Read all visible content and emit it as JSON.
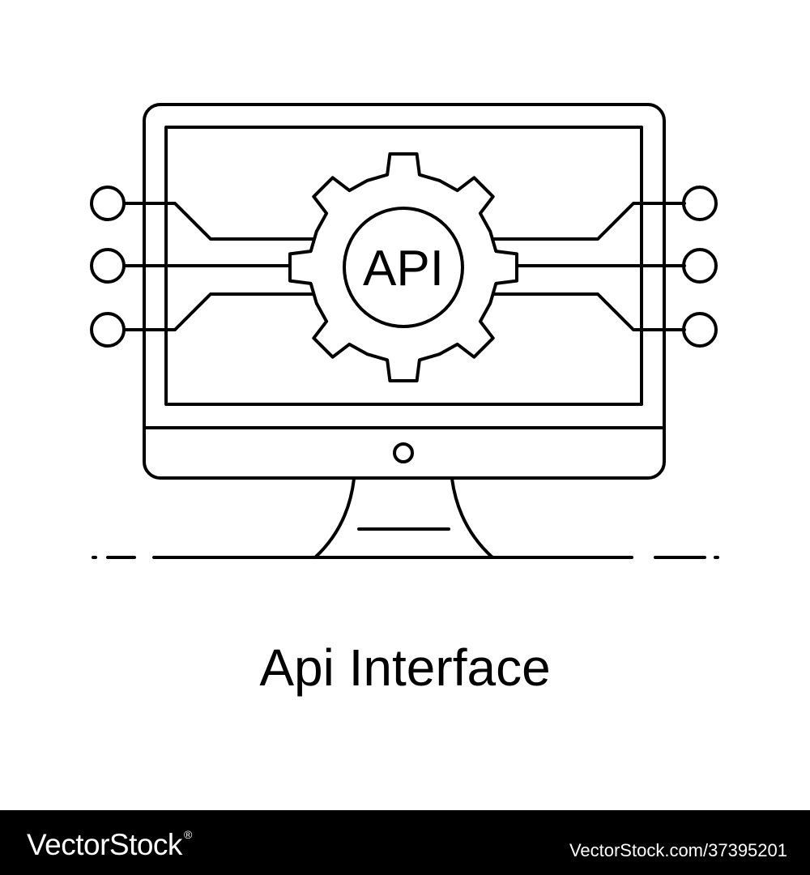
{
  "illustration": {
    "gear_label": "API",
    "stroke_color": "#000000",
    "background_color": "#ffffff"
  },
  "caption": "Api Interface",
  "footer": {
    "brand": "VectorStock",
    "brand_mark": "®",
    "image_id": "VectorStock.com/37395201",
    "background_color": "#000000",
    "text_color": "#ffffff"
  }
}
